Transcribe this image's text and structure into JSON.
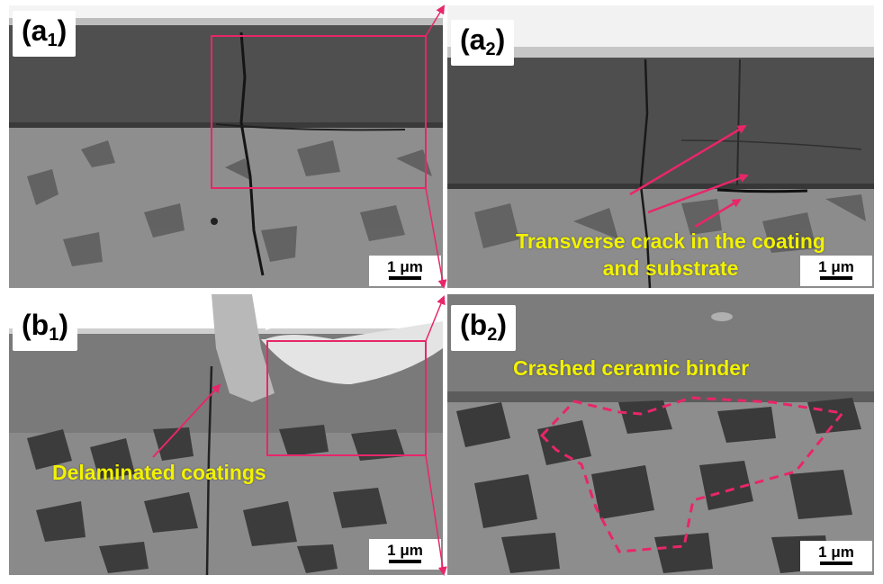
{
  "panels": {
    "a1": {
      "letter": "a",
      "index": "1",
      "scale": "1 μm"
    },
    "a2": {
      "letter": "a",
      "index": "2",
      "scale": "1 μm"
    },
    "b1": {
      "letter": "b",
      "index": "1",
      "scale": "1 μm"
    },
    "b2": {
      "letter": "b",
      "index": "2",
      "scale": "1 μm"
    }
  },
  "annotations": {
    "transverse_crack_line1": "Transverse crack in the coating",
    "transverse_crack_line2": "and substrate",
    "delaminated": "Delaminated coatings",
    "crashed_binder": "Crashed ceramic binder"
  },
  "colors": {
    "annotation_text": "#f2f200",
    "arrow": "#e8266a",
    "coating": "#4e4e4e",
    "substrate": "#8c8c8c",
    "carbide_grain": "#3c3c3c"
  }
}
